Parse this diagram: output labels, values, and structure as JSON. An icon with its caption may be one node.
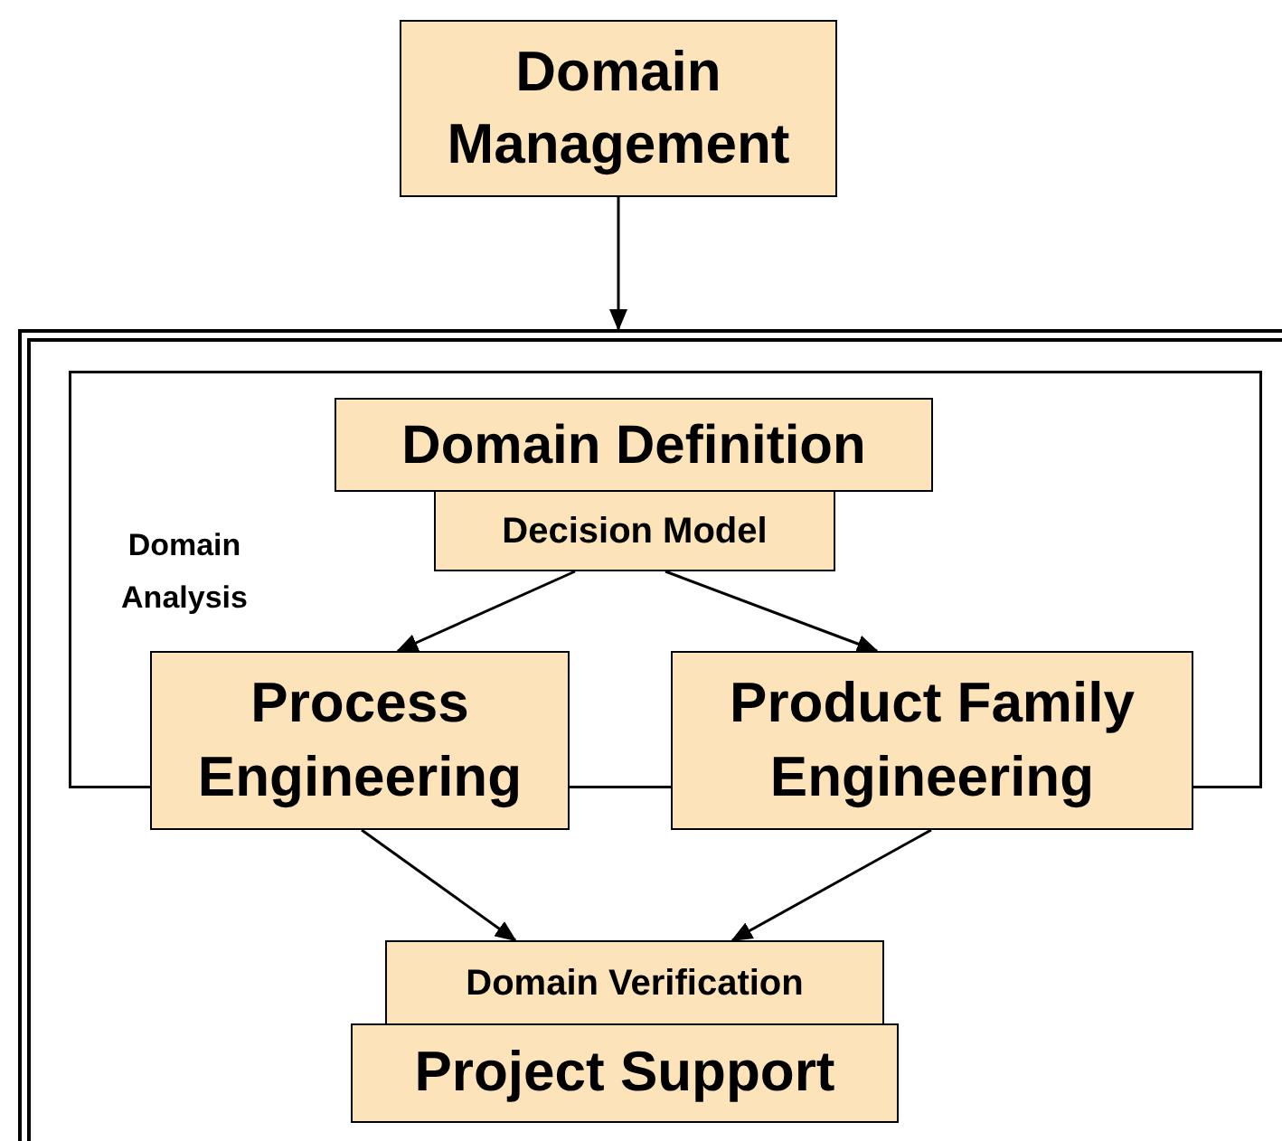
{
  "diagram": {
    "nodes": [
      {
        "text": [
          "Domain Management"
        ]
      },
      {
        "text": [],
        "shape": "box"
      },
      {
        "text": [
          "Domain Analysis"
        ],
        "in": 1
      },
      {
        "text": [
          "Domain Definition"
        ],
        "in": 2
      },
      {
        "text": [
          "Decision Model"
        ],
        "in": 2
      },
      {
        "text": [
          "Process Engineering"
        ],
        "in": 1
      },
      {
        "text": [
          "Product Family Engineering"
        ],
        "in": 1
      },
      {
        "text": [
          "Domain Verification"
        ],
        "in": 1
      },
      {
        "text": [
          "Project Support"
        ],
        "in": 1
      }
    ],
    "edges": [
      {
        "from": 0,
        "to": 1,
        "arrow": "to"
      },
      {
        "from": 4,
        "to": 5,
        "arrow": "to"
      },
      {
        "from": 4,
        "to": 6,
        "arrow": "to"
      },
      {
        "from": 5,
        "to": 7,
        "arrow": "to"
      },
      {
        "from": 6,
        "to": 7,
        "arrow": "to"
      }
    ]
  }
}
